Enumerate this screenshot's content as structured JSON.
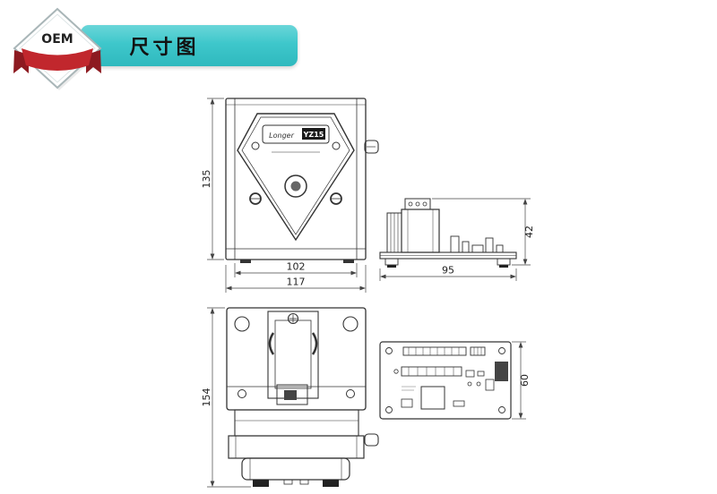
{
  "badge": {
    "label": "OEM"
  },
  "header": {
    "title": "尺寸图"
  },
  "pump_label": {
    "brand": "Longer",
    "model": "YZ15"
  },
  "dimensions": {
    "front_height": "135",
    "front_width_inner": "102",
    "front_width_outer": "117",
    "side_width": "95",
    "side_height": "42",
    "rear_height": "154",
    "board_height": "60"
  },
  "colors": {
    "header_teal": "#3ec7cb",
    "ribbon_red": "#c1272d",
    "drawing_line": "#333333"
  }
}
